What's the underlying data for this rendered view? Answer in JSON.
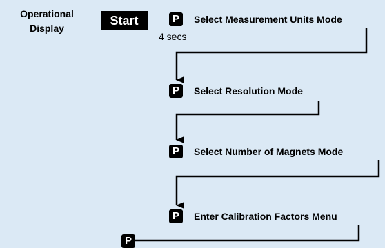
{
  "start_label": "Operational Display",
  "start_lines": [
    "Operational",
    "Display"
  ],
  "start_button": "Start",
  "key_label": "P",
  "hold_note": "4 secs",
  "steps": [
    "Select Measurement Units Mode",
    "Select Resolution Mode",
    "Select Number of Magnets Mode",
    "Enter Calibration Factors Menu"
  ],
  "colors": {
    "background": "#dbe9f5",
    "key_fill": "#000000",
    "key_text": "#ffffff",
    "line": "#000000"
  }
}
